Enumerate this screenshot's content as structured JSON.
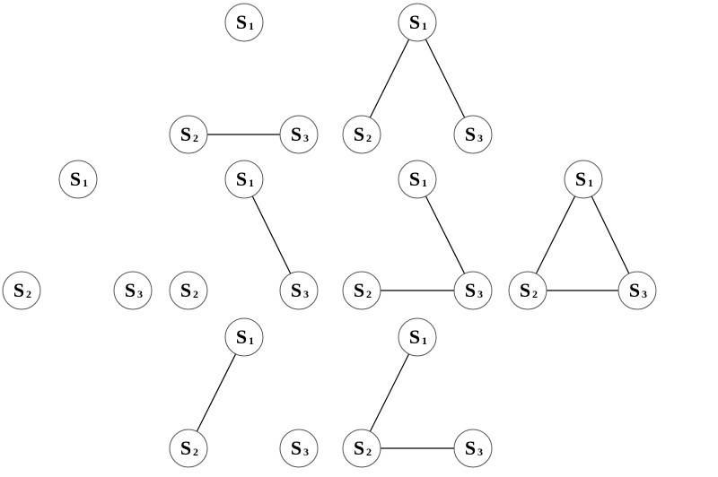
{
  "graphs": [
    {
      "id": "g1",
      "nodes": [
        {
          "id": "s1",
          "main": "S",
          "sub": "1"
        },
        {
          "id": "s2",
          "main": "S",
          "sub": "2"
        },
        {
          "id": "s3",
          "main": "S",
          "sub": "3"
        }
      ],
      "edges": [
        [
          "s2",
          "s3"
        ]
      ]
    },
    {
      "id": "g2",
      "nodes": [
        {
          "id": "s1",
          "main": "S",
          "sub": "1"
        },
        {
          "id": "s2",
          "main": "S",
          "sub": "2"
        },
        {
          "id": "s3",
          "main": "S",
          "sub": "3"
        }
      ],
      "edges": [
        [
          "s1",
          "s2"
        ],
        [
          "s1",
          "s3"
        ]
      ]
    },
    {
      "id": "g3",
      "nodes": [
        {
          "id": "s1",
          "main": "S",
          "sub": "1"
        },
        {
          "id": "s2",
          "main": "S",
          "sub": "2"
        },
        {
          "id": "s3",
          "main": "S",
          "sub": "3"
        }
      ],
      "edges": []
    },
    {
      "id": "g4",
      "nodes": [
        {
          "id": "s1",
          "main": "S",
          "sub": "1"
        },
        {
          "id": "s2",
          "main": "S",
          "sub": "2"
        },
        {
          "id": "s3",
          "main": "S",
          "sub": "3"
        }
      ],
      "edges": [
        [
          "s1",
          "s3"
        ]
      ]
    },
    {
      "id": "g5",
      "nodes": [
        {
          "id": "s1",
          "main": "S",
          "sub": "1"
        },
        {
          "id": "s2",
          "main": "S",
          "sub": "2"
        },
        {
          "id": "s3",
          "main": "S",
          "sub": "3"
        }
      ],
      "edges": [
        [
          "s1",
          "s3"
        ],
        [
          "s2",
          "s3"
        ]
      ]
    },
    {
      "id": "g6",
      "nodes": [
        {
          "id": "s1",
          "main": "S",
          "sub": "1"
        },
        {
          "id": "s2",
          "main": "S",
          "sub": "2"
        },
        {
          "id": "s3",
          "main": "S",
          "sub": "3"
        }
      ],
      "edges": [
        [
          "s1",
          "s2"
        ],
        [
          "s1",
          "s3"
        ],
        [
          "s2",
          "s3"
        ]
      ]
    },
    {
      "id": "g7",
      "nodes": [
        {
          "id": "s1",
          "main": "S",
          "sub": "1"
        },
        {
          "id": "s2",
          "main": "S",
          "sub": "2"
        },
        {
          "id": "s3",
          "main": "S",
          "sub": "3"
        }
      ],
      "edges": [
        [
          "s1",
          "s2"
        ]
      ]
    },
    {
      "id": "g8",
      "nodes": [
        {
          "id": "s1",
          "main": "S",
          "sub": "1"
        },
        {
          "id": "s2",
          "main": "S",
          "sub": "2"
        },
        {
          "id": "s3",
          "main": "S",
          "sub": "3"
        }
      ],
      "edges": [
        [
          "s1",
          "s2"
        ],
        [
          "s2",
          "s3"
        ]
      ]
    }
  ]
}
